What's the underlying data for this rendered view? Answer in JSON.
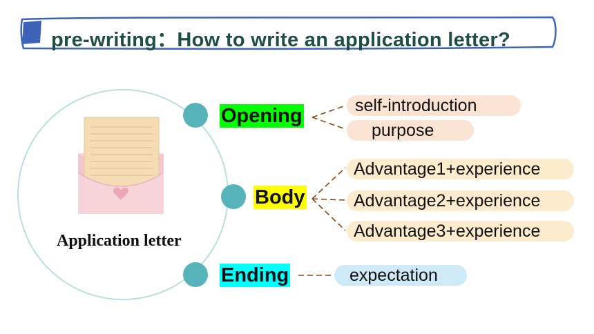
{
  "title": "pre-writing：How to write an application letter?",
  "letter_caption": "Application letter",
  "sections": [
    {
      "label": "Opening",
      "highlight": "#00ff00",
      "items": [
        {
          "text": "self-introduction",
          "bg": "#fbe3d3"
        },
        {
          "text": "purpose",
          "bg": "#fbe3d3"
        }
      ]
    },
    {
      "label": "Body",
      "highlight": "#ffff00",
      "items": [
        {
          "text": "Advantage1+experience",
          "bg": "#fdebcd"
        },
        {
          "text": "Advantage2+experience",
          "bg": "#fdebcd"
        },
        {
          "text": "Advantage3+experience",
          "bg": "#fdebcd"
        }
      ]
    },
    {
      "label": "Ending",
      "highlight": "#00ffff",
      "items": [
        {
          "text": "expectation",
          "bg": "#cfeaf7"
        }
      ]
    }
  ],
  "colors": {
    "node": "#55b3b9",
    "circle": "#b7dfe3",
    "connector": "#8b4513",
    "title": "#1f4e46"
  }
}
